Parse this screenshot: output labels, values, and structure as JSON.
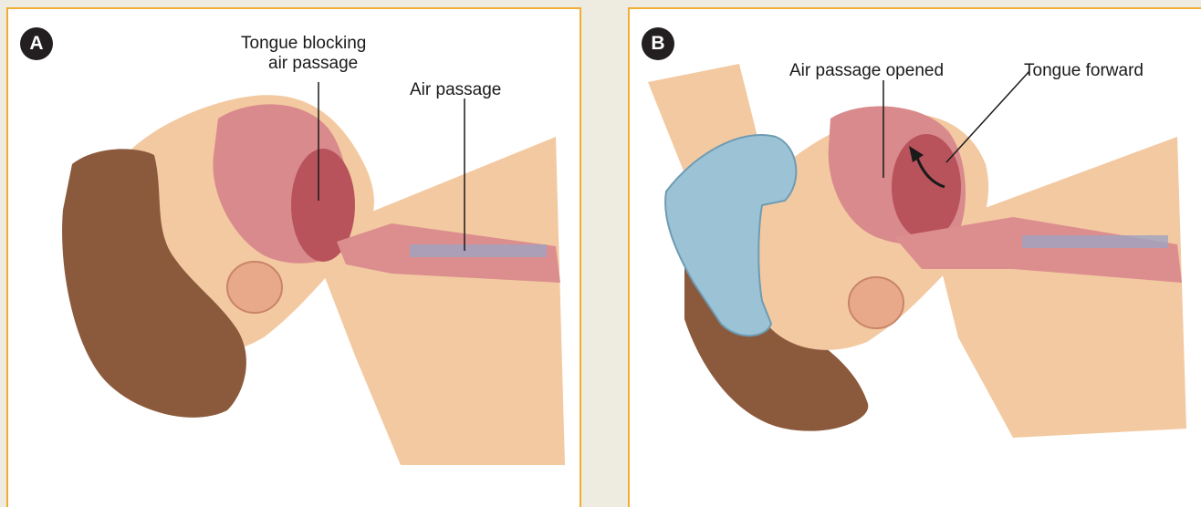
{
  "panel_a": {
    "badge": "A",
    "labels": {
      "tongue_line1": "Tongue blocking",
      "tongue_line2": "air passage",
      "air_passage": "Air passage"
    }
  },
  "panel_b": {
    "badge": "B",
    "labels": {
      "air_passage_opened": "Air passage opened",
      "tongue_forward": "Tongue forward"
    }
  },
  "colors": {
    "frame_border": "#f2ad35",
    "background": "#eeebe1",
    "panel": "#ffffff",
    "skin": "#f3c9a1",
    "hair": "#8b5a3c",
    "tissue": "#d98a8c",
    "tongue": "#b8535b",
    "glove": "#9cc3d5"
  }
}
